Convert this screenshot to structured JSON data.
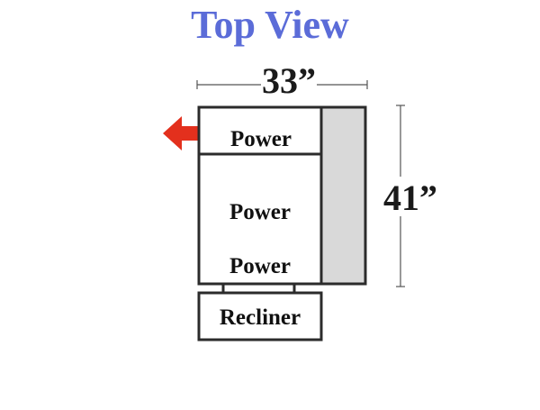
{
  "title": "Top View",
  "dimensions": {
    "width": "33”",
    "depth": "41”"
  },
  "sections": {
    "top": "Power",
    "middle_upper": "Power",
    "middle_lower": "Power",
    "bottom": "Recliner"
  },
  "icons": {
    "direction_arrow": "arrow-left-icon"
  },
  "colors": {
    "title": "#5b6cd8",
    "outline": "#2b2b2b",
    "armrest_fill": "#d9d9d9",
    "arrow": "#e3301d"
  }
}
